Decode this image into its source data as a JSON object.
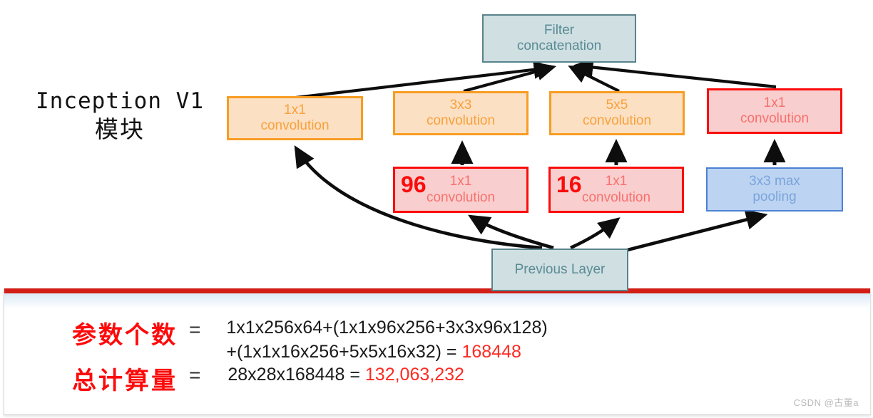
{
  "title": {
    "main": "Inception V1",
    "sub": "模块"
  },
  "nodes": {
    "filter_concat": {
      "line1": "Filter",
      "line2": "concatenation"
    },
    "conv1x1_a": {
      "line1": "1x1",
      "line2": "convolution"
    },
    "conv3x3": {
      "line1": "3x3",
      "line2": "convolution"
    },
    "conv5x5": {
      "line1": "5x5",
      "line2": "convolution"
    },
    "conv1x1_d": {
      "line1": "1x1",
      "line2": "convolution"
    },
    "reduce96": {
      "badge": "96",
      "line1": "1x1",
      "line2": "convolution"
    },
    "reduce16": {
      "badge": "16",
      "line1": "1x1",
      "line2": "convolution"
    },
    "maxpool": {
      "line1": "3x3 max",
      "line2": "pooling"
    },
    "previous_layer": {
      "line1": "Previous Layer",
      "line2": ""
    }
  },
  "equations": [
    {
      "label": "参数个数",
      "equals": "=",
      "line1": "1x1x256x64+(1x1x96x256+3x3x96x128)",
      "line2_prefix": "+(1x1x16x256+5x5x16x32) = ",
      "line2_result": "168448"
    },
    {
      "label": "总计算量",
      "equals": "=",
      "line1": "",
      "line2_prefix": "28x28x168448 = ",
      "line2_result": "132,063,232"
    }
  ],
  "watermark": "CSDN @古董a",
  "colors": {
    "accent_red": "#fd0a0a",
    "orange": "#f89c23",
    "teal": "#58838c",
    "blue": "#4a81d4",
    "panel_rule": "#d21e16"
  }
}
